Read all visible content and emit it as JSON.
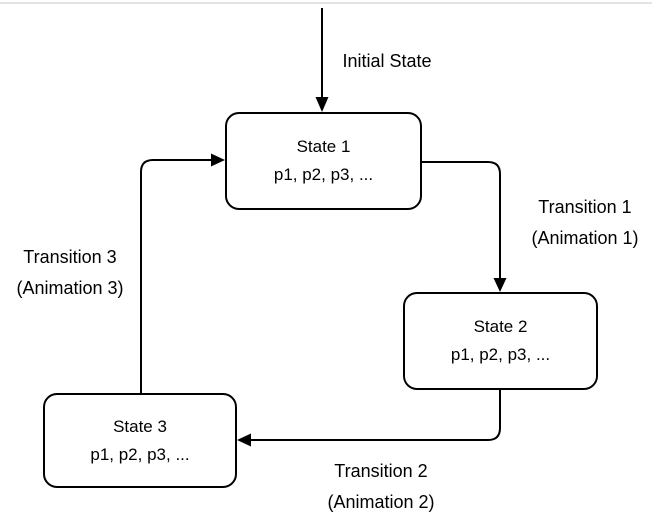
{
  "colors": {
    "background": "#ffffff",
    "stroke": "#000000",
    "node_fill": "#ffffff",
    "top_line": "#e3e3e3"
  },
  "initial_label": "Initial State",
  "nodes": [
    {
      "name": "State 1",
      "params": "p1, p2, p3, ..."
    },
    {
      "name": "State 2",
      "params": "p1, p2, p3, ..."
    },
    {
      "name": "State 3",
      "params": "p1, p2, p3, ..."
    }
  ],
  "transitions": [
    {
      "label": "Transition 1",
      "sublabel": "(Animation 1)",
      "from": "State 1",
      "to": "State 2"
    },
    {
      "label": "Transition 2",
      "sublabel": "(Animation 2)",
      "from": "State 2",
      "to": "State 3"
    },
    {
      "label": "Transition 3",
      "sublabel": "(Animation 3)",
      "from": "State 3",
      "to": "State 1"
    }
  ]
}
